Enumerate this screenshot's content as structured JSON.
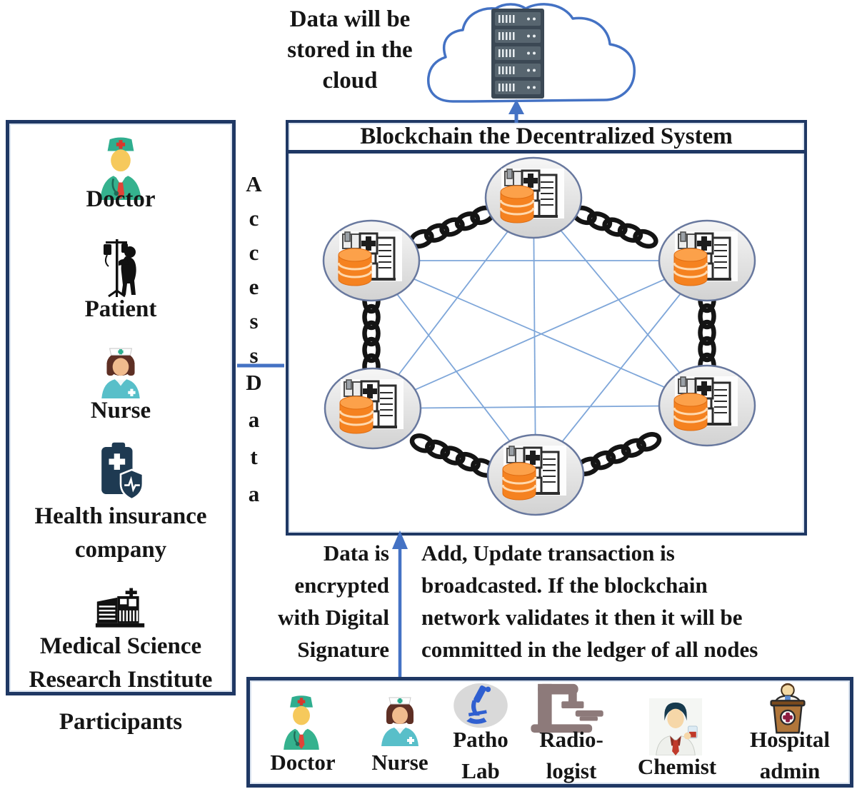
{
  "cloud": {
    "caption": "Data will be\nstored in the\ncloud"
  },
  "access_label": {
    "word_top": "Access",
    "word_bottom": "Data"
  },
  "blockchain": {
    "title": "Blockchain the Decentralized System",
    "node_count": 6
  },
  "annotations": {
    "encrypt_note": "Data is\nencrypted\nwith Digital\nSignature",
    "broadcast_note": "Add, Update transaction is\nbroadcasted. If the blockchain\nnetwork validates it then it will be\ncommitted in the ledger of all nodes"
  },
  "left_panel": {
    "caption": "Participants",
    "items": [
      {
        "label": "Doctor",
        "icon": "doctor-icon"
      },
      {
        "label": "Patient",
        "icon": "patient-icon"
      },
      {
        "label": "Nurse",
        "icon": "nurse-icon"
      },
      {
        "label": "Health insurance\ncompany",
        "icon": "health-insurance-icon"
      },
      {
        "label": "Medical Science\nResearch Institute",
        "icon": "research-institute-icon"
      }
    ]
  },
  "bottom_panel": {
    "items": [
      {
        "label": "Doctor",
        "icon": "doctor-icon"
      },
      {
        "label": "Nurse",
        "icon": "nurse-icon"
      },
      {
        "label": "Patho\nLab",
        "icon": "microscope-icon"
      },
      {
        "label": "Radio-\nlogist",
        "icon": "xray-machine-icon"
      },
      {
        "label": "Chemist",
        "icon": "chemist-icon"
      },
      {
        "label": "Hospital\nadmin",
        "icon": "admin-podium-icon"
      }
    ]
  },
  "colors": {
    "box_border_navy": "#1f3864",
    "connector_blue": "#4472c4",
    "mesh_blue": "#7ea6d9",
    "database_orange": "#f58220",
    "chain_black": "#141414",
    "node_fill_gray": "#e3e3e3"
  }
}
